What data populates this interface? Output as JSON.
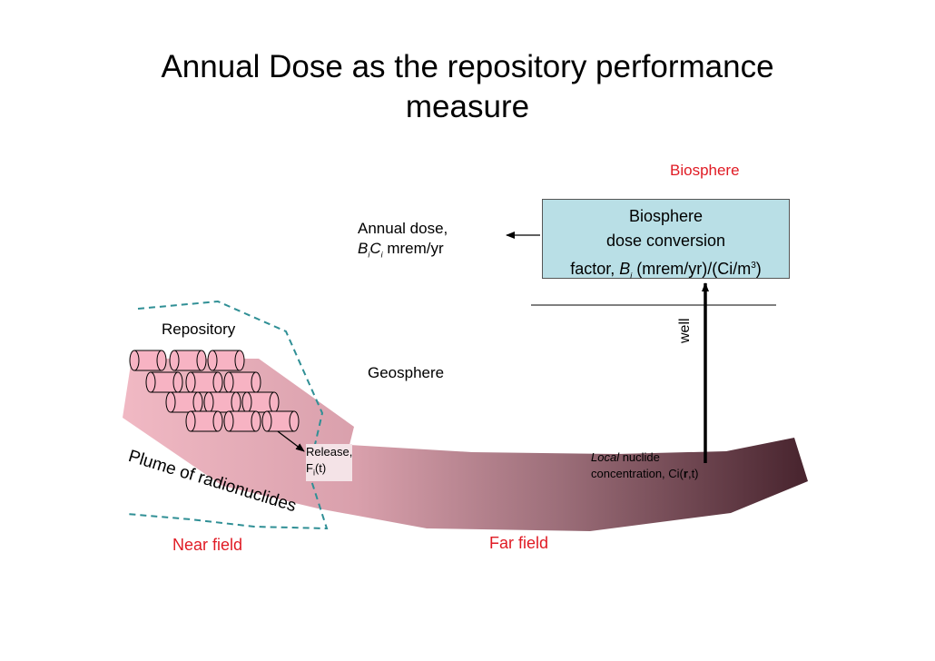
{
  "title": {
    "line1": "Annual Dose as the repository performance",
    "line2": "measure"
  },
  "labels": {
    "biosphere": "Biosphere",
    "biosphere_box": {
      "line1": "Biosphere",
      "line2": "dose conversion",
      "line3_prefix": "factor, ",
      "line3_var": "B",
      "line3_sub": "i",
      "line3_suffix": " (mrem/yr)/(Ci/m",
      "line3_sup": "3",
      "line3_end": ")"
    },
    "annual_dose": {
      "line1": "Annual dose,",
      "var_b": "B",
      "sub_b": "i",
      "var_c": "C",
      "sub_c": "i",
      "unit": " mrem/yr"
    },
    "well": "well",
    "repository": "Repository",
    "geosphere": "Geosphere",
    "release": {
      "line1": "Release,",
      "var": "F",
      "sub": "i",
      "suffix": "(t)"
    },
    "plume": "Plume of radionuclides",
    "local_concentration": {
      "italic": "Local",
      "line1_rest": " nuclide",
      "line2_prefix": "concentration, Ci(",
      "line2_bold": "r",
      "line2_suffix": ",t)"
    },
    "near_field": "Near field",
    "far_field": "Far field"
  },
  "colors": {
    "title_text": "#000000",
    "red_labels": "#e01b24",
    "biosphere_box_fill": "#b9dfe6",
    "plume_light": "#f1b9c4",
    "plume_dark": "#4a2630",
    "dashed_outline": "#2f8f95",
    "canister_fill": "#f7b3c3"
  }
}
